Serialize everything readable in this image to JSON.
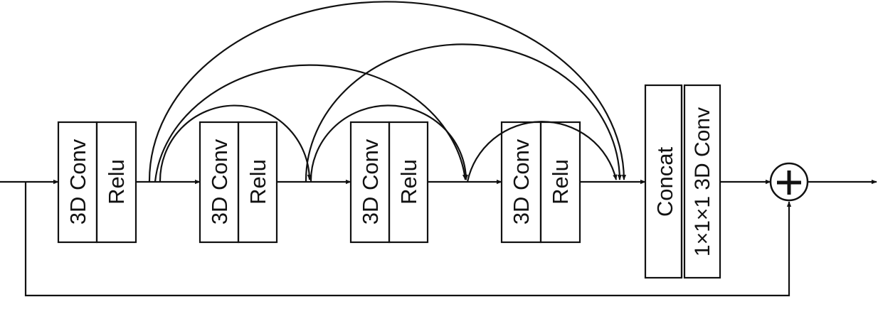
{
  "blocks": [
    {
      "conv": "3D Conv",
      "act": "Relu"
    },
    {
      "conv": "3D Conv",
      "act": "Relu"
    },
    {
      "conv": "3D Conv",
      "act": "Relu"
    },
    {
      "conv": "3D Conv",
      "act": "Relu"
    }
  ],
  "fusion": {
    "concat": "Concat",
    "conv": "1×1×1 3D Conv"
  },
  "sum_symbol": "+"
}
